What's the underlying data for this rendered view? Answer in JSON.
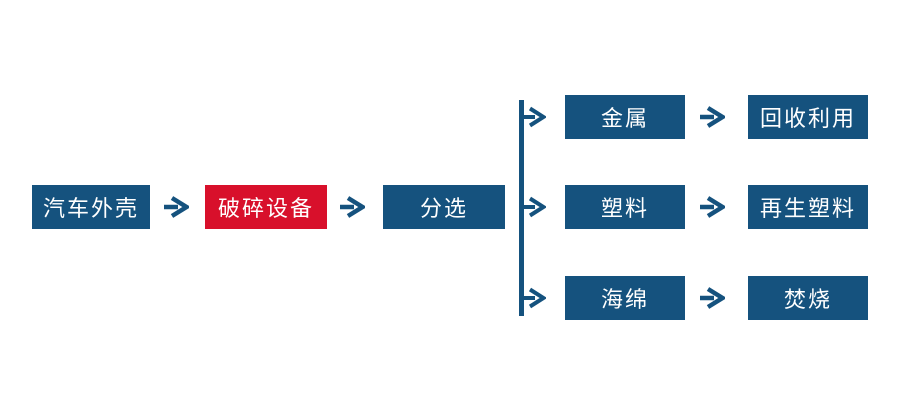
{
  "flowchart": {
    "description": "汽车外壳回收处理流程图",
    "colors": {
      "primary_blue": "#15527e",
      "highlight_red": "#d8102b",
      "node_text": "#ffffff",
      "background": "#ffffff"
    },
    "main_flow": [
      {
        "id": "car-shell",
        "label": "汽车外壳",
        "color": "blue"
      },
      {
        "id": "crushing-equipment",
        "label": "破碎设备",
        "color": "red"
      },
      {
        "id": "sorting",
        "label": "分选",
        "color": "blue"
      }
    ],
    "branches": [
      {
        "material": {
          "label": "金属"
        },
        "result": {
          "label": "回收利用"
        }
      },
      {
        "material": {
          "label": "塑料"
        },
        "result": {
          "label": "再生塑料"
        }
      },
      {
        "material": {
          "label": "海绵"
        },
        "result": {
          "label": "焚烧"
        }
      }
    ],
    "icons": {
      "arrow": "arrow-right-icon"
    }
  }
}
